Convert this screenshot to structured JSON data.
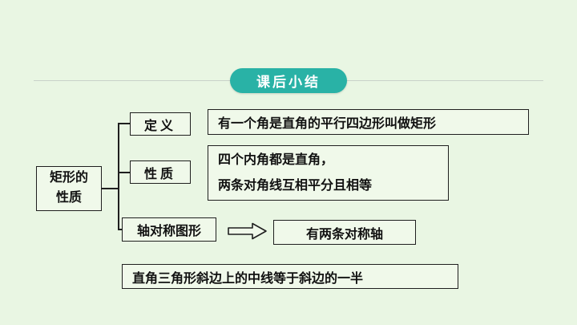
{
  "badge": {
    "label": "课后小结"
  },
  "diagram": {
    "root": {
      "line1": "矩形的",
      "line2": "性质"
    },
    "definition": {
      "label": "定义",
      "content": "有一个角是直角的平行四边形叫做矩形"
    },
    "properties": {
      "label": "性质",
      "lines": [
        "四个内角都是直角，",
        "两条对角线互相平分且相等"
      ]
    },
    "symmetry": {
      "label": "轴对称图形",
      "content": "有两条对称轴"
    },
    "median": {
      "content": "直角三角形斜边上的中线等于斜边的一半"
    }
  },
  "colors": {
    "accent": "#29b2a6",
    "background": "#e9f6e3",
    "box_fill": "#f0f9ea",
    "border": "#1f1f1f",
    "divider": "#c9d2c9"
  }
}
